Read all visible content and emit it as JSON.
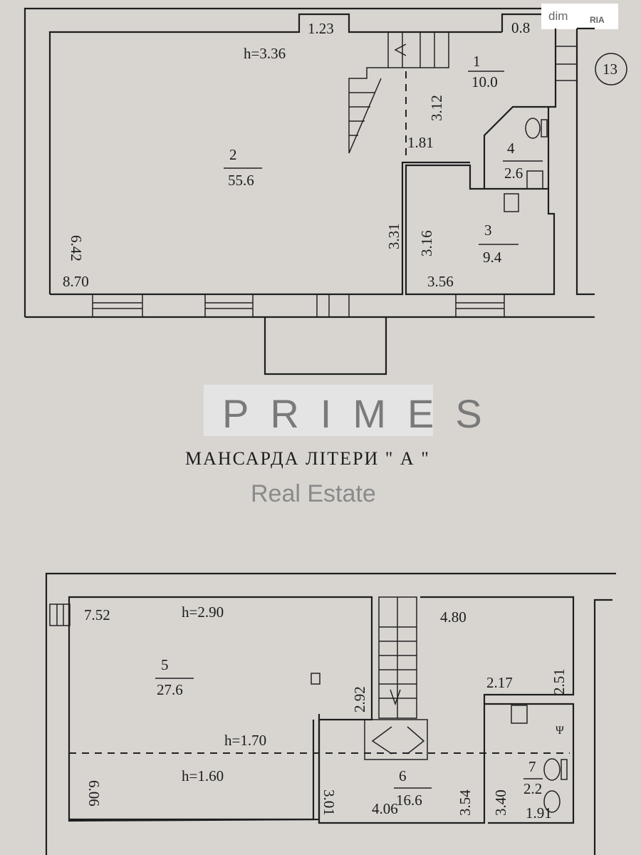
{
  "logo": {
    "dim": "dim",
    "ria": "RIA"
  },
  "watermark": {
    "brand": "PRIMES",
    "subtitle": "Real Estate"
  },
  "caption": "МАНСАРДА ЛІТЕРИ \" А \"",
  "upper_plan": {
    "building_number": "13",
    "height": "h=3.36",
    "dimensions": [
      "1.23",
      "0.8",
      "3.12",
      "1.81",
      "6.42",
      "3.31",
      "3.16",
      "8.70",
      "3.56"
    ],
    "rooms": [
      {
        "number": "1",
        "area": "10.0"
      },
      {
        "number": "2",
        "area": "55.6"
      },
      {
        "number": "3",
        "area": "9.4"
      },
      {
        "number": "4",
        "area": "2.6"
      }
    ]
  },
  "lower_plan": {
    "heights": [
      "h=2.90",
      "h=1.70",
      "h=1.60"
    ],
    "dimensions": [
      "7.52",
      "4.80",
      "2.92",
      "2.17",
      "2.51",
      "6.06",
      "3.01",
      "4.06",
      "3.54",
      "3.40",
      "1.91"
    ],
    "rooms": [
      {
        "number": "5",
        "area": "27.6"
      },
      {
        "number": "6",
        "area": "16.6"
      },
      {
        "number": "7",
        "area": "2.2"
      }
    ]
  }
}
